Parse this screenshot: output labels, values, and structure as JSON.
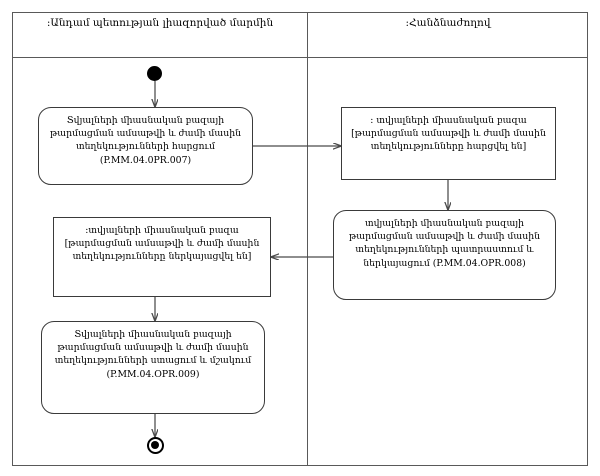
{
  "diagram": {
    "type": "uml-activity-diagram",
    "notation": "swimlane",
    "lanes": [
      {
        "id": "lane-left",
        "title": ":Անդամ պետության լիազորված մարմին"
      },
      {
        "id": "lane-right",
        "title": ":Հանձնաժողով"
      }
    ],
    "nodes": [
      {
        "id": "initial",
        "kind": "initial-node",
        "lane": "lane-left",
        "label": ""
      },
      {
        "id": "action-007",
        "kind": "action",
        "lane": "lane-left",
        "label": "Տվյալների միասնական բազայի թարմացման ամսաթվի և ժամի մասին տեղեկությունների հարցում (P.MM.04.0PR.007)",
        "code": "P.MM.04.0PR.007"
      },
      {
        "id": "object-requested",
        "kind": "object-node",
        "lane": "lane-right",
        "label": ": տվյալների միասնական բազա [թարմացման ամսաթվի և ժամի մասին տեղեկությունները հարցվել են]"
      },
      {
        "id": "action-008",
        "kind": "action",
        "lane": "lane-right",
        "label": "տվյալների միասնական բազայի թարմացման ամսաթվի և ժամի մասին տեղեկությունների պատրաստում և ներկայացում (P.MM.04.OPR.008)",
        "code": "P.MM.04.OPR.008"
      },
      {
        "id": "object-presented",
        "kind": "object-node",
        "lane": "lane-left",
        "label": ":տվյալների միասնական բազա [թարմացման ամսաթվի և ժամի մասին տեղեկությունները ներկայացվել են]"
      },
      {
        "id": "action-009",
        "kind": "action",
        "lane": "lane-left",
        "label": "Տվյալների միասնական բազայի թարմացման ամսաթվի և ժամի մասին տեղեկությունների ստացում և մշակում (P.MM.04.OPR.009)",
        "code": "P.MM.04.OPR.009"
      },
      {
        "id": "final",
        "kind": "final-node",
        "lane": "lane-left",
        "label": ""
      }
    ],
    "edges": [
      {
        "from": "initial",
        "to": "action-007",
        "direction": "down"
      },
      {
        "from": "action-007",
        "to": "object-requested",
        "direction": "right"
      },
      {
        "from": "object-requested",
        "to": "action-008",
        "direction": "down"
      },
      {
        "from": "action-008",
        "to": "object-presented",
        "direction": "left"
      },
      {
        "from": "object-presented",
        "to": "action-009",
        "direction": "down"
      },
      {
        "from": "action-009",
        "to": "final",
        "direction": "down"
      }
    ]
  },
  "colors": {
    "frame_stroke": "#595959",
    "node_stroke": "#3a3a3a",
    "edge_stroke": "#4a4a4a",
    "node_fill": "#ffffff",
    "control_node_fill": "#000000",
    "background": "#ffffff"
  }
}
